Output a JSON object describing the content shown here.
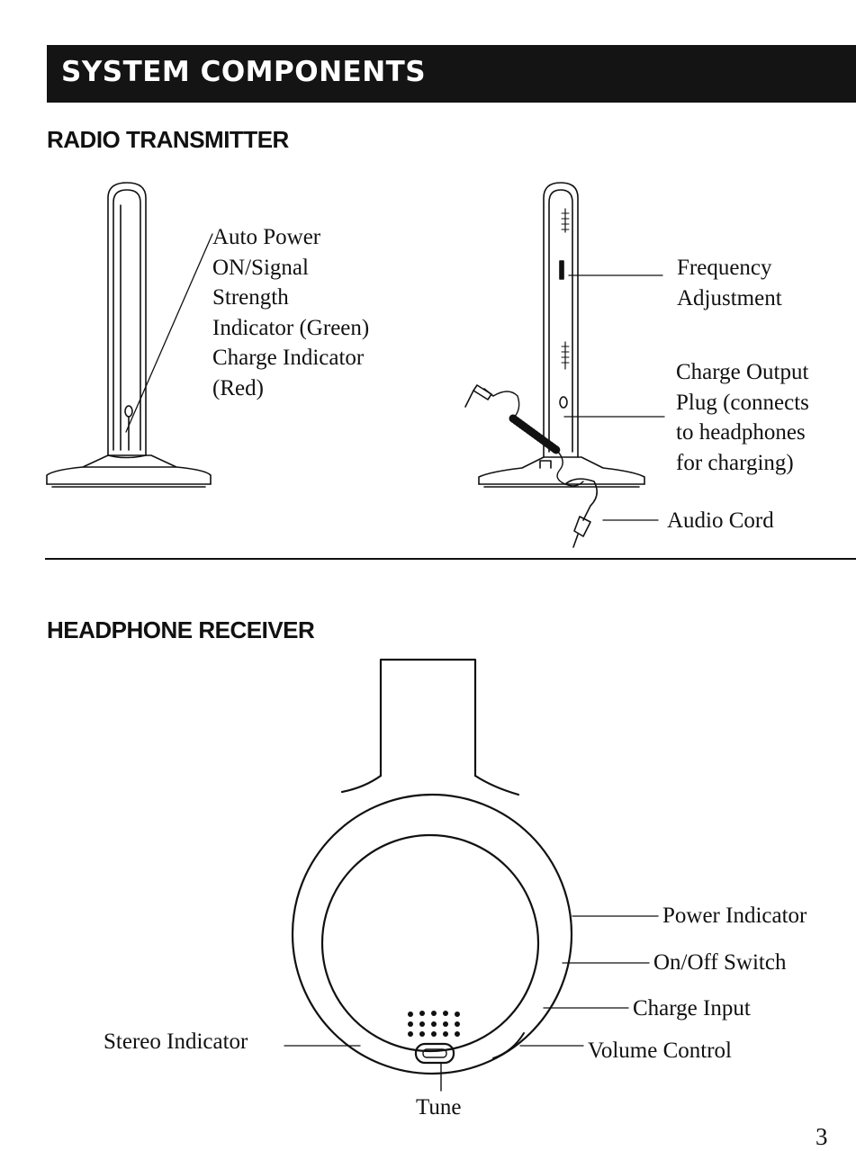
{
  "banner": {
    "title": "SYSTEM COMPONENTS"
  },
  "sections": {
    "radio_transmitter": {
      "heading": "RADIO TRANSMITTER",
      "labels": {
        "auto_power": [
          "Auto Power",
          "ON/Signal",
          "Strength",
          "Indicator (Green)",
          "Charge Indicator",
          "(Red)"
        ],
        "frequency": [
          "Frequency",
          "Adjustment"
        ],
        "charge_output": [
          "Charge Output",
          "Plug (connects",
          "to headphones",
          "for charging)"
        ],
        "audio_cord": "Audio Cord"
      }
    },
    "headphone_receiver": {
      "heading": "HEADPHONE RECEIVER",
      "labels": {
        "power_indicator": "Power Indicator",
        "on_off_switch": "On/Off Switch",
        "charge_input": "Charge Input",
        "volume_control": "Volume Control",
        "stereo_indicator": "Stereo Indicator",
        "tune": "Tune"
      }
    }
  },
  "page_number": "3"
}
